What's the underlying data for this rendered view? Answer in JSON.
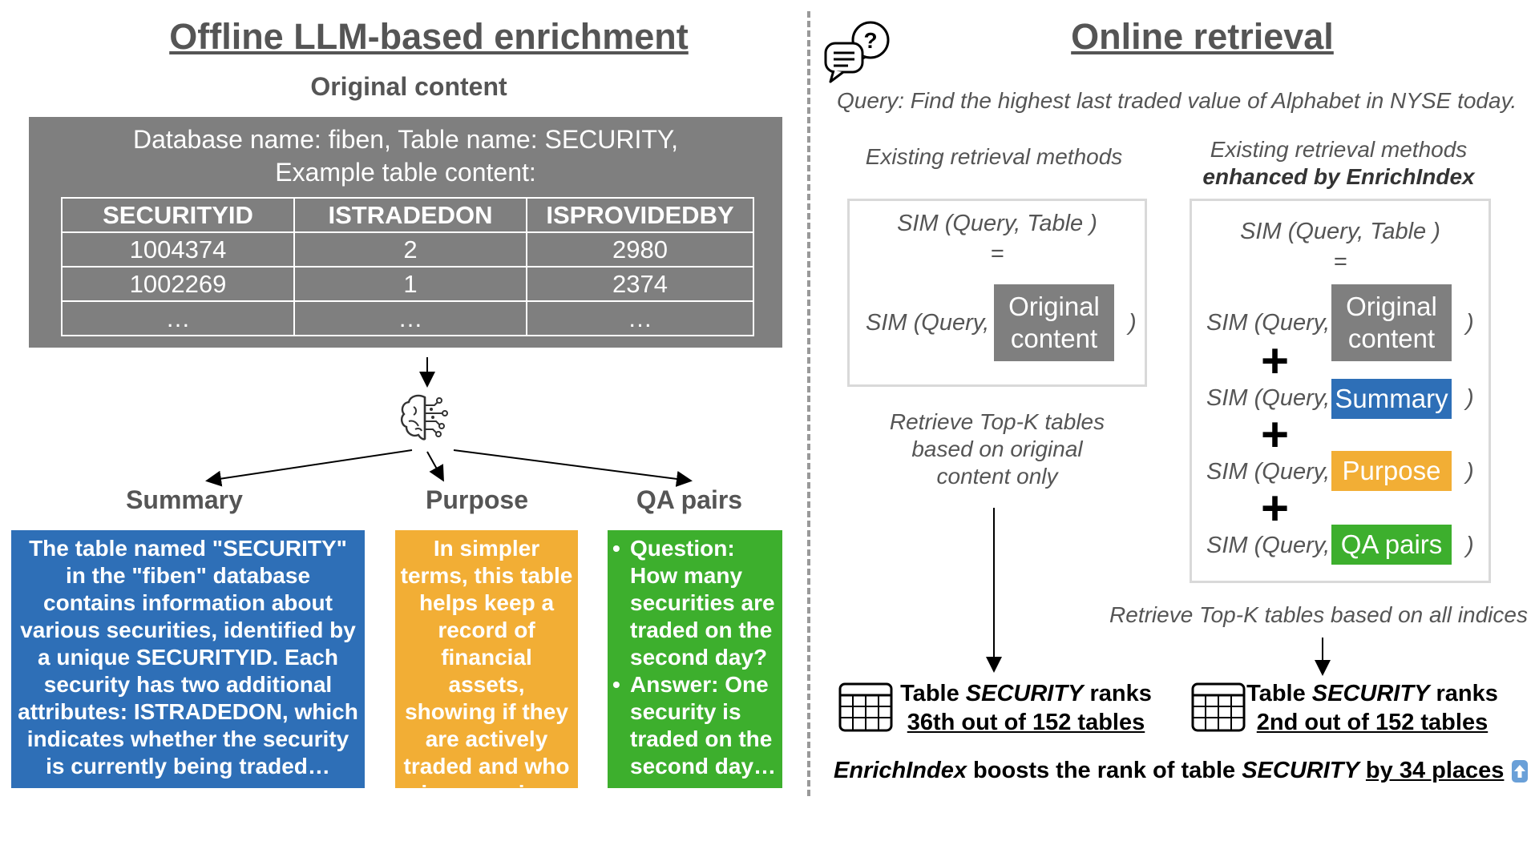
{
  "left": {
    "title": "Offline LLM-based enrichment",
    "original_label": "Original content",
    "db_line1": "Database name: fiben, Table name: SECURITY,",
    "db_line2": "Example table content:",
    "table": {
      "headers": [
        "SECURITYID",
        "ISTRADEDON",
        "ISPROVIDEDBY"
      ],
      "rows": [
        [
          "1004374",
          "2",
          "2980"
        ],
        [
          "1002269",
          "1",
          "2374"
        ],
        [
          "…",
          "…",
          "…"
        ]
      ]
    },
    "summary_label": "Summary",
    "purpose_label": "Purpose",
    "qa_label": "QA pairs",
    "summary_text": "The table named \"SECURITY\" in the \"fiben\" database contains information about various securities, identified by a unique SECURITYID. Each security has two additional attributes: ISTRADEDON, which indicates whether the security is currently being traded…",
    "purpose_text": "In simpler terms, this table helps keep a record of financial assets, showing if they are actively traded and who is managing them…",
    "qa_question": "Question: How many securities are traded on the second day?",
    "qa_answer": "Answer: One security is traded on the second day…",
    "brain_icon": "brain-circuit-icon"
  },
  "right": {
    "title": "Online retrieval",
    "chat_icon": "chat-question-icon",
    "query": "Query: Find the highest last traded value of Alphabet in NYSE today.",
    "existing_label": "Existing retrieval methods",
    "enhanced_label_1": "Existing retrieval methods",
    "enhanced_label_2": "enhanced by EnrichIndex",
    "sim_table": "SIM (Query, Table )",
    "equals": "=",
    "sim_query": "SIM (Query,",
    "close_paren": ")",
    "chip_original_1": "Original",
    "chip_original_2": "content",
    "chip_summary": "Summary",
    "chip_purpose": "Purpose",
    "chip_qa": "QA pairs",
    "plus": "+",
    "retrieve_left_1": "Retrieve Top-K tables",
    "retrieve_left_2": "based on original",
    "retrieve_left_3": "content only",
    "retrieve_right": "Retrieve Top-K tables based on all indices",
    "rank_left_prefix": "Table ",
    "rank_left_name": "SECURITY",
    "rank_left_suffix": " ranks",
    "rank_left_line2": "36th out of 152 tables",
    "rank_right_prefix": "Table ",
    "rank_right_name": "SECURITY",
    "rank_right_suffix": " ranks",
    "rank_right_line2": "2nd out of 152 tables",
    "table_icon": "table-grid-icon",
    "boost_name": "EnrichIndex",
    "boost_mid": " boosts the rank of table ",
    "boost_table": "SECURITY",
    "boost_space": " ",
    "boost_places": "by 34 places",
    "up_icon": "up-arrow-icon"
  },
  "colors": {
    "gray": "#7f7f7f",
    "blue": "#2e6fb7",
    "orange": "#f2ae35",
    "green": "#3daf2d",
    "frame": "#d9d9d9"
  }
}
